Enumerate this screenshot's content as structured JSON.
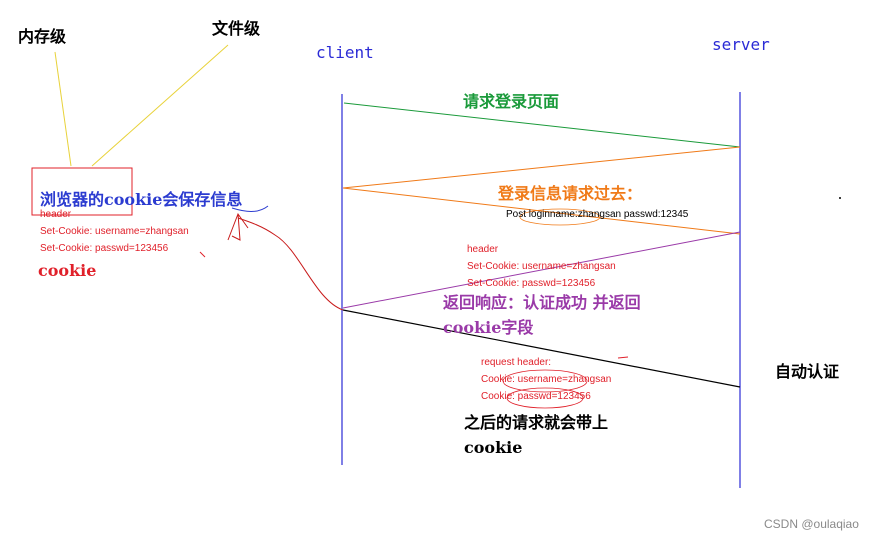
{
  "labels": {
    "memory_level": "内存级",
    "file_level": "文件级",
    "client": "client",
    "server": "server",
    "browser_saves": "浏览器的cookie会保存信息",
    "cookie_word": "cookie",
    "auto_auth": "自动认证",
    "watermark": "CSDN @oulaqiao"
  },
  "browser_box": {
    "lines": [
      "header",
      "Set-Cookie: username=zhangsan",
      "Set-Cookie: passwd=123456"
    ]
  },
  "messages": {
    "request_login": "请求登录页面",
    "send_login": "登录信息请求过去：",
    "send_login_detail": "Post     loginname:zhangsan passwd:12345",
    "response_line1": "返回响应：认证成功  并返回",
    "response_line2": "cookie字段",
    "response_headers": [
      "header",
      "Set-Cookie: username=zhangsan",
      "Set-Cookie: passwd=123456"
    ],
    "later_headers": [
      "request header:",
      "Cookie: username=zhangsan",
      "Cookie: passwd=123456"
    ],
    "later_line1": "之后的请求就会带上",
    "later_line2": "cookie"
  },
  "colors": {
    "lifeline": "#2b2bd6",
    "green_msg": "#1a9a3a",
    "orange_msg": "#f07a18",
    "purple_msg": "#9a3aa8",
    "black_msg": "#000000",
    "red": "#e0202a",
    "yellow": "#e8d23a",
    "blue_text": "#2b3bd0"
  }
}
